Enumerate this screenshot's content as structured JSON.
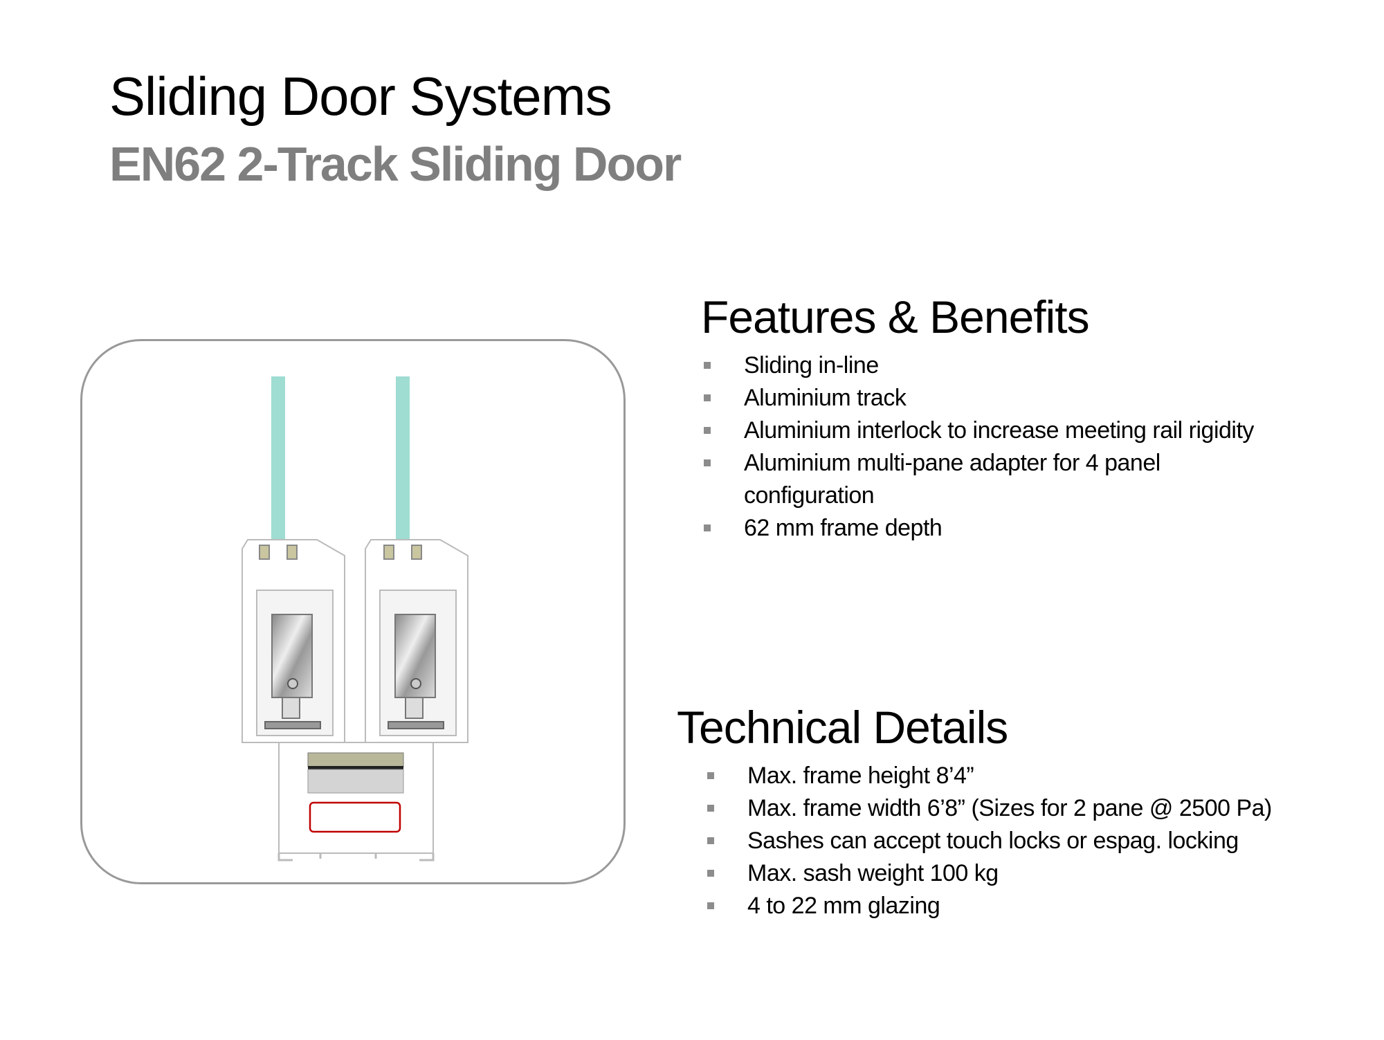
{
  "header": {
    "title": "Sliding Door Systems",
    "subtitle": "EN62 2-Track Sliding Door"
  },
  "features": {
    "heading": "Features & Benefits",
    "items": [
      "Sliding in-line",
      "Aluminium track",
      "Aluminium interlock to increase meeting rail rigidity",
      "Aluminium multi-pane adapter for 4 panel configuration",
      "62 mm frame depth"
    ]
  },
  "technical": {
    "heading": "Technical Details",
    "items": [
      "Max. frame height 8’4”",
      "Max. frame width  6’8” (Sizes for 2 pane @ 2500 Pa)",
      "Sashes can accept touch locks or espag. locking",
      "Max. sash weight 100 kg",
      "4 to 22 mm glazing"
    ]
  },
  "colors": {
    "glass": "#9fdcd2",
    "subtitle": "#7f7f7f",
    "border": "#999999",
    "seal": "#c00000"
  }
}
